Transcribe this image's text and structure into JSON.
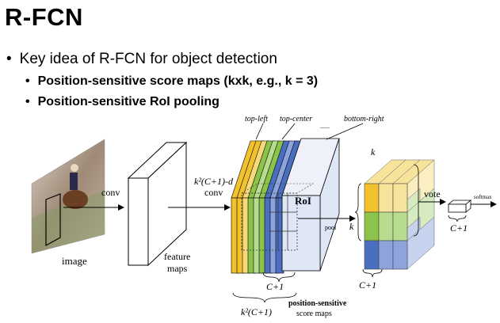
{
  "slide": {
    "title": "R-FCN",
    "bullet_main": "Key idea of R-FCN for object detection",
    "sub_bullets": [
      "Position-sensitive score maps (kxk, e.g., k = 3)",
      "Position-sensitive RoI pooling"
    ]
  },
  "diagram": {
    "label_image": "image",
    "label_conv": "conv",
    "label_feature": "feature",
    "label_maps": "maps",
    "label_kconv_top": "k²(C+1)-d",
    "label_kconv_bottom": "conv",
    "label_top_left": "top-left",
    "label_top_center": "top-center",
    "label_dots": "......",
    "label_bottom_right": "bottom-right",
    "label_roi": "RoI",
    "label_pool": "pool",
    "label_c1_stack": "C+1",
    "label_k2c1": "k²(C+1)",
    "label_ps_bold": "position-sensitive",
    "label_score_maps": "score maps",
    "label_k_top": "k",
    "label_k_left": "k",
    "label_c1_vote": "C+1",
    "label_vote": "vote",
    "label_c1_out": "C+1",
    "label_softmax": "softmax",
    "colors": {
      "yellow": "#f2c12e",
      "green": "#8cc34a",
      "blue": "#4a6fc0",
      "slice_face": "#dfe6f5"
    }
  }
}
